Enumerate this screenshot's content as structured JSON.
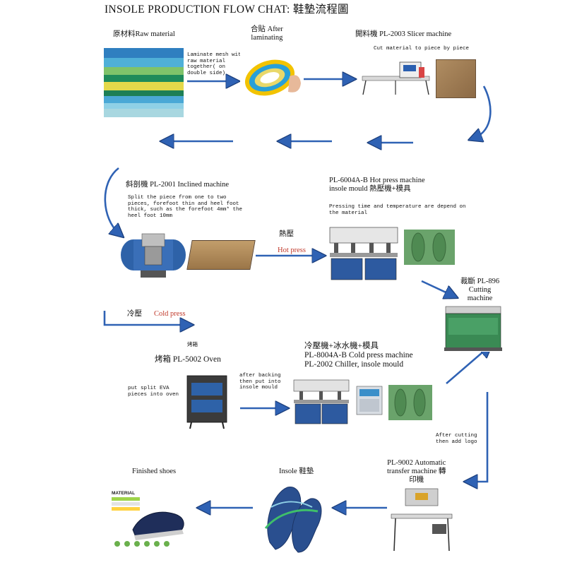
{
  "title": "INSOLE PRODUCTION FLOW CHAT: 鞋墊流程圖",
  "colors": {
    "arrow": "#2f62b4",
    "arrow_outline": "#1c3f7c",
    "red_text": "#c0392b"
  },
  "steps": {
    "raw_material": {
      "label": "原材料Raw material"
    },
    "after_laminating": {
      "label": "合貼  After\nlaminating"
    },
    "slicer": {
      "label": "開料機  PL-2003 Slicer machine",
      "note": "Cut material to piece by piece"
    },
    "inclined": {
      "label": "斜剖機 PL-2001 Inclined machine",
      "note": "Split the piece from one to two\npieces, forefoot thin and heel foot\nthick, such as the forefoot 4mm* the\nheel foot 10mm"
    },
    "hot_press": {
      "label": "PL-6004A-B Hot press machine\ninsole mould 熱壓機+模具",
      "note": "Pressing time and temperature are depend on\nthe material"
    },
    "cutting": {
      "label": "裁斷 PL-896\nCutting\nmachine"
    },
    "cold_press": {
      "label": "冷壓機+冰水機+模具\nPL-8004A-B Cold press machine\nPL-2002 Chiller, insole mould"
    },
    "oven": {
      "caption": "烤箱",
      "label": "烤箱 PL-5002 Oven"
    },
    "transfer": {
      "label": "PL-9002 Automatic\ntransfer machine 轉\n印機"
    },
    "insole": {
      "label": "Insole 鞋墊"
    },
    "finished": {
      "label": "Finished shoes"
    }
  },
  "flow_labels": {
    "laminate": "Laminate mesh with\nraw material\ntogether( on\ndouble side)",
    "hot_press_cn": "熱壓",
    "hot_press_en": "Hot press",
    "cold_press_cn": "冷壓",
    "cold_press_en": "Cold press",
    "put_split": "put split EVA\npieces  into oven",
    "after_backing": "after backing\nthen put into\ninsole mould",
    "after_cutting": "After cutting\nthen add logo"
  },
  "images": {
    "shoe_label": "MATERIAL"
  }
}
